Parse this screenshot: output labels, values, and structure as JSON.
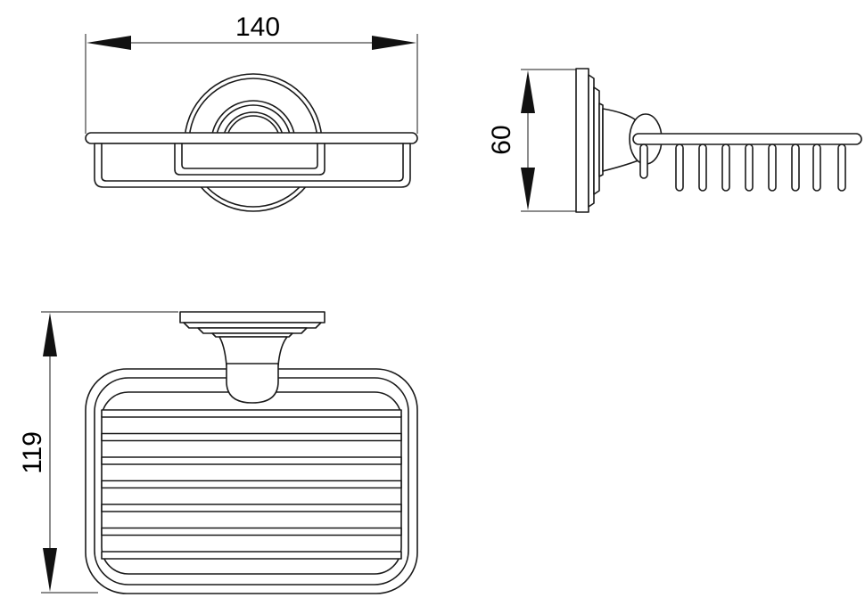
{
  "dimensions": {
    "width": "140",
    "depth": "60",
    "height": "119"
  }
}
